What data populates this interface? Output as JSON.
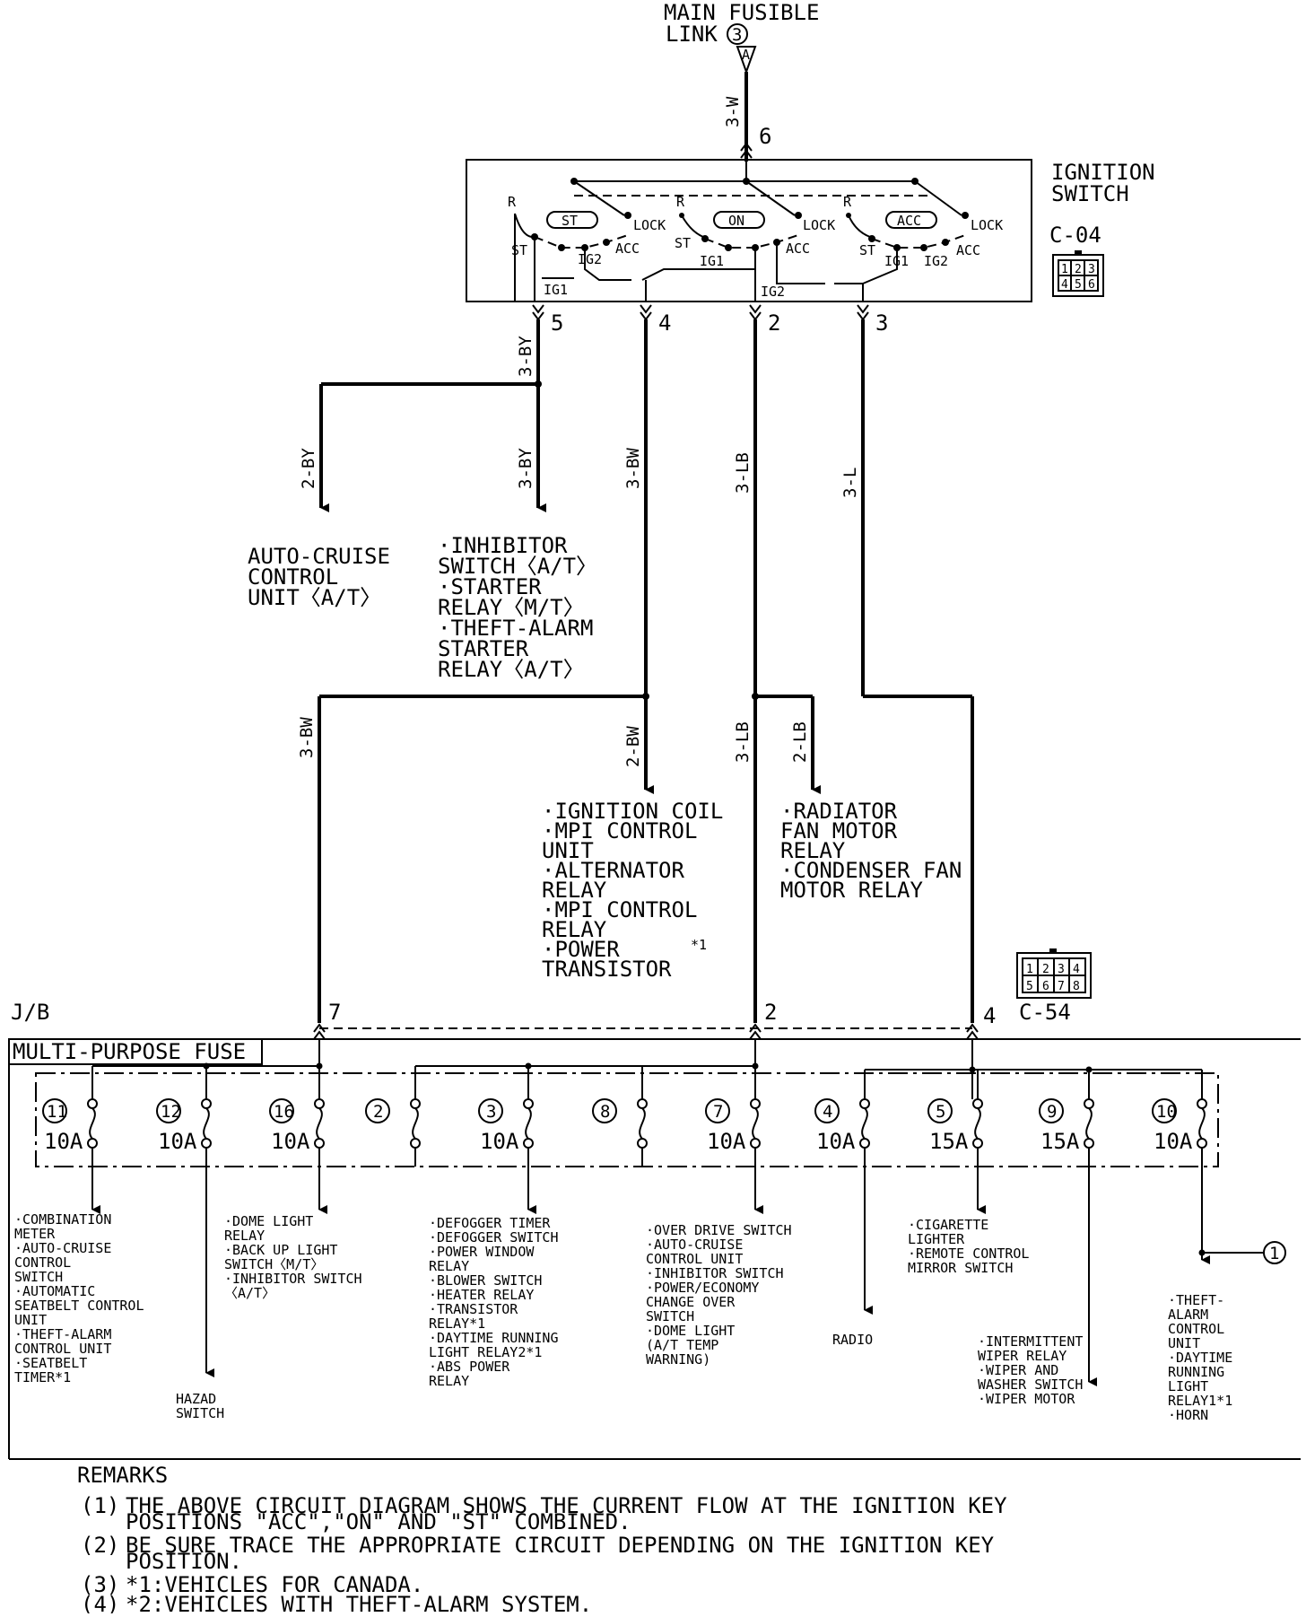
{
  "source": {
    "title_line1": "MAIN FUSIBLE",
    "title_line2": "LINK",
    "circle": "3",
    "connector_letter": "A",
    "wire": "3-W",
    "pin": "6"
  },
  "ignition_switch": {
    "label_line1": "IGNITION",
    "label_line2": "SWITCH",
    "connector": "C-04",
    "connector_pins": [
      "1",
      "2",
      "3",
      "4",
      "5",
      "6"
    ],
    "positions": [
      "ST",
      "ON",
      "ACC"
    ],
    "terms": {
      "r": "R",
      "lock": "LOCK",
      "acc": "ACC",
      "st": "ST",
      "ig1": "IG1",
      "ig2": "IG2"
    },
    "pins": [
      "5",
      "4",
      "2",
      "3"
    ]
  },
  "wires": {
    "by3": "3-BY",
    "by2": "2-BY",
    "bw3": "3-BW",
    "bw2": "2-BW",
    "lb3": "3-LB",
    "lb2": "2-LB",
    "l3": "3-L"
  },
  "loads": {
    "auto_cruise": [
      "AUTO-CRUISE",
      "CONTROL",
      "UNIT〈A/T〉"
    ],
    "inhibitor": [
      "·INHIBITOR",
      "SWITCH〈A/T〉",
      "·STARTER",
      "RELAY〈M/T〉",
      "·THEFT-ALARM",
      "STARTER",
      "RELAY〈A/T〉"
    ],
    "ignition_coil": [
      "·IGNITION COIL",
      "·MPI CONTROL",
      "UNIT",
      "·ALTERNATOR",
      "RELAY",
      "·MPI CONTROL",
      "RELAY",
      "·POWER",
      "TRANSISTOR"
    ],
    "ignition_coil_note": "*1",
    "radiator": [
      "·RADIATOR",
      "FAN MOTOR",
      "RELAY",
      "·CONDENSER FAN",
      "MOTOR RELAY"
    ]
  },
  "junction": {
    "label": "J/B",
    "fuse_block": "MULTI-PURPOSE FUSE",
    "connector": "C-54",
    "connector_pins": [
      "1",
      "2",
      "3",
      "4",
      "5",
      "6",
      "7",
      "8"
    ],
    "pins": [
      "7",
      "2",
      "4"
    ],
    "fuses": [
      {
        "num": "11",
        "rating": "10A"
      },
      {
        "num": "12",
        "rating": "10A"
      },
      {
        "num": "16",
        "rating": "10A"
      },
      {
        "num": "2",
        "rating": ""
      },
      {
        "num": "3",
        "rating": "10A"
      },
      {
        "num": "8",
        "rating": ""
      },
      {
        "num": "7",
        "rating": "10A"
      },
      {
        "num": "4",
        "rating": "10A"
      },
      {
        "num": "5",
        "rating": "15A"
      },
      {
        "num": "9",
        "rating": "15A"
      },
      {
        "num": "10",
        "rating": "10A"
      }
    ]
  },
  "outputs": {
    "f11": [
      "·COMBINATION",
      "METER",
      "·AUTO-CRUISE",
      "CONTROL",
      "SWITCH",
      "·AUTOMATIC",
      "SEATBELT CONTROL",
      "UNIT",
      "·THEFT-ALARM",
      "CONTROL UNIT",
      "·SEATBELT",
      "TIMER*1"
    ],
    "f12": [
      "HAZAD",
      "SWITCH"
    ],
    "f16": [
      "·DOME LIGHT",
      "RELAY",
      "·BACK UP LIGHT",
      "SWITCH〈M/T〉",
      "·INHIBITOR SWITCH",
      "〈A/T〉"
    ],
    "f3": [
      "·DEFOGGER TIMER",
      "·DEFOGGER SWITCH",
      "·POWER WINDOW",
      "RELAY",
      "·BLOWER SWITCH",
      "·HEATER RELAY",
      "·TRANSISTOR",
      "RELAY*1",
      "·DAYTIME RUNNING",
      "LIGHT RELAY2*1",
      "·ABS POWER",
      "RELAY"
    ],
    "f7": [
      "·OVER DRIVE SWITCH",
      "·AUTO-CRUISE",
      "CONTROL UNIT",
      "·INHIBITOR SWITCH",
      "·POWER/ECONOMY",
      "CHANGE OVER",
      "SWITCH",
      "·DOME LIGHT",
      "(A/T TEMP",
      "WARNING)"
    ],
    "f4": [
      "RADIO"
    ],
    "f5": [
      "·CIGARETTE",
      "LIGHTER",
      "·REMOTE CONTROL",
      "MIRROR SWITCH"
    ],
    "f9": [
      "·INTERMITTENT",
      "WIPER RELAY",
      "·WIPER AND",
      "WASHER SWITCH",
      "·WIPER MOTOR"
    ],
    "f10": [
      "·THEFT-",
      "ALARM",
      "CONTROL",
      "UNIT",
      "·DAYTIME",
      "RUNNING",
      "LIGHT",
      "RELAY1*1",
      "·HORN"
    ],
    "f10_ref": "1"
  },
  "remarks": {
    "title": "REMARKS",
    "lines": [
      {
        "num": "(1)",
        "text": [
          "THE ABOVE CIRCUIT DIAGRAM SHOWS THE CURRENT FLOW AT THE IGNITION KEY",
          "POSITIONS \"ACC\",\"ON\" AND \"ST\" COMBINED."
        ]
      },
      {
        "num": "(2)",
        "text": [
          "BE SURE TRACE THE APPROPRIATE CIRCUIT DEPENDING ON THE IGNITION KEY",
          "POSITION."
        ]
      },
      {
        "num": "(3)",
        "text": [
          "*1:VEHICLES FOR CANADA."
        ]
      },
      {
        "num": "(4)",
        "text": [
          "*2:VEHICLES WITH THEFT-ALARM SYSTEM."
        ]
      }
    ]
  }
}
